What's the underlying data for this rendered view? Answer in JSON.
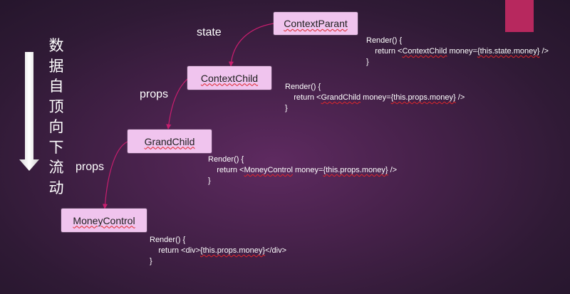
{
  "side_text": [
    "数",
    "据",
    "自",
    "顶",
    "向",
    "下",
    "流",
    "动"
  ],
  "nodes": {
    "context_parant": "ContextParant",
    "context_child": "ContextChild",
    "grand_child": "GrandChild",
    "money_control": "MoneyControl"
  },
  "edge_labels": {
    "state": "state",
    "props_1": "props",
    "props_2": "props"
  },
  "code": {
    "parant": {
      "line1": "Render() {",
      "line2_pre": "return <",
      "line2_u1": "ContextChild",
      "line2_mid": " money=",
      "line2_u2": "{this.state.money}",
      "line2_post": " />",
      "line3": "}"
    },
    "child": {
      "line1": "Render() {",
      "line2_pre": "return <",
      "line2_u1": "GrandChild",
      "line2_mid": " money=",
      "line2_u2": "{this.props.money}",
      "line2_post": " />",
      "line3": "}"
    },
    "grand": {
      "line1": "Render() {",
      "line2_pre": "return <",
      "line2_u1": "MoneyControl",
      "line2_mid": " money=",
      "line2_u2": "{this.props.money}",
      "line2_post": " />",
      "line3": "}"
    },
    "money": {
      "line1": "Render() {",
      "line2_pre": "return <div>",
      "line2_u1": "{this.props.money}",
      "line2_post": "</div>",
      "line3": "}"
    }
  },
  "colors": {
    "node_fill": "#f0c4ee",
    "arrow": "#c81e6e",
    "accent_tab": "#b7285e"
  }
}
